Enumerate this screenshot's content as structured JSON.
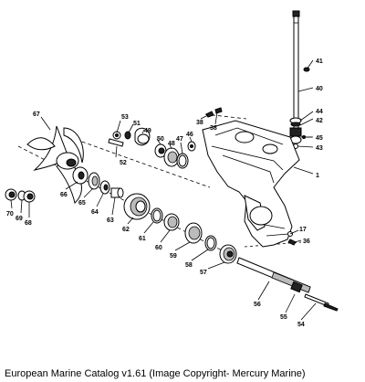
{
  "parts": {
    "p1": "1",
    "p17": "17",
    "p36": "36",
    "p38a": "38",
    "p38b": "38",
    "p40": "40",
    "p41": "41",
    "p42": "42",
    "p43": "43",
    "p44": "44",
    "p45": "45",
    "p46": "46",
    "p47": "47",
    "p48": "48",
    "p49": "49",
    "p50": "50",
    "p51": "51",
    "p52": "52",
    "p53": "53",
    "p54": "54",
    "p55": "55",
    "p56": "56",
    "p57": "57",
    "p58": "58",
    "p59": "59",
    "p60": "60",
    "p61": "61",
    "p62": "62",
    "p63": "63",
    "p64": "64",
    "p65": "65",
    "p66": "66",
    "p67": "67",
    "p68": "68",
    "p69": "69",
    "p70": "70"
  },
  "caption": "European Marine Catalog v1.61 (Image Copyright- Mercury Marine)"
}
